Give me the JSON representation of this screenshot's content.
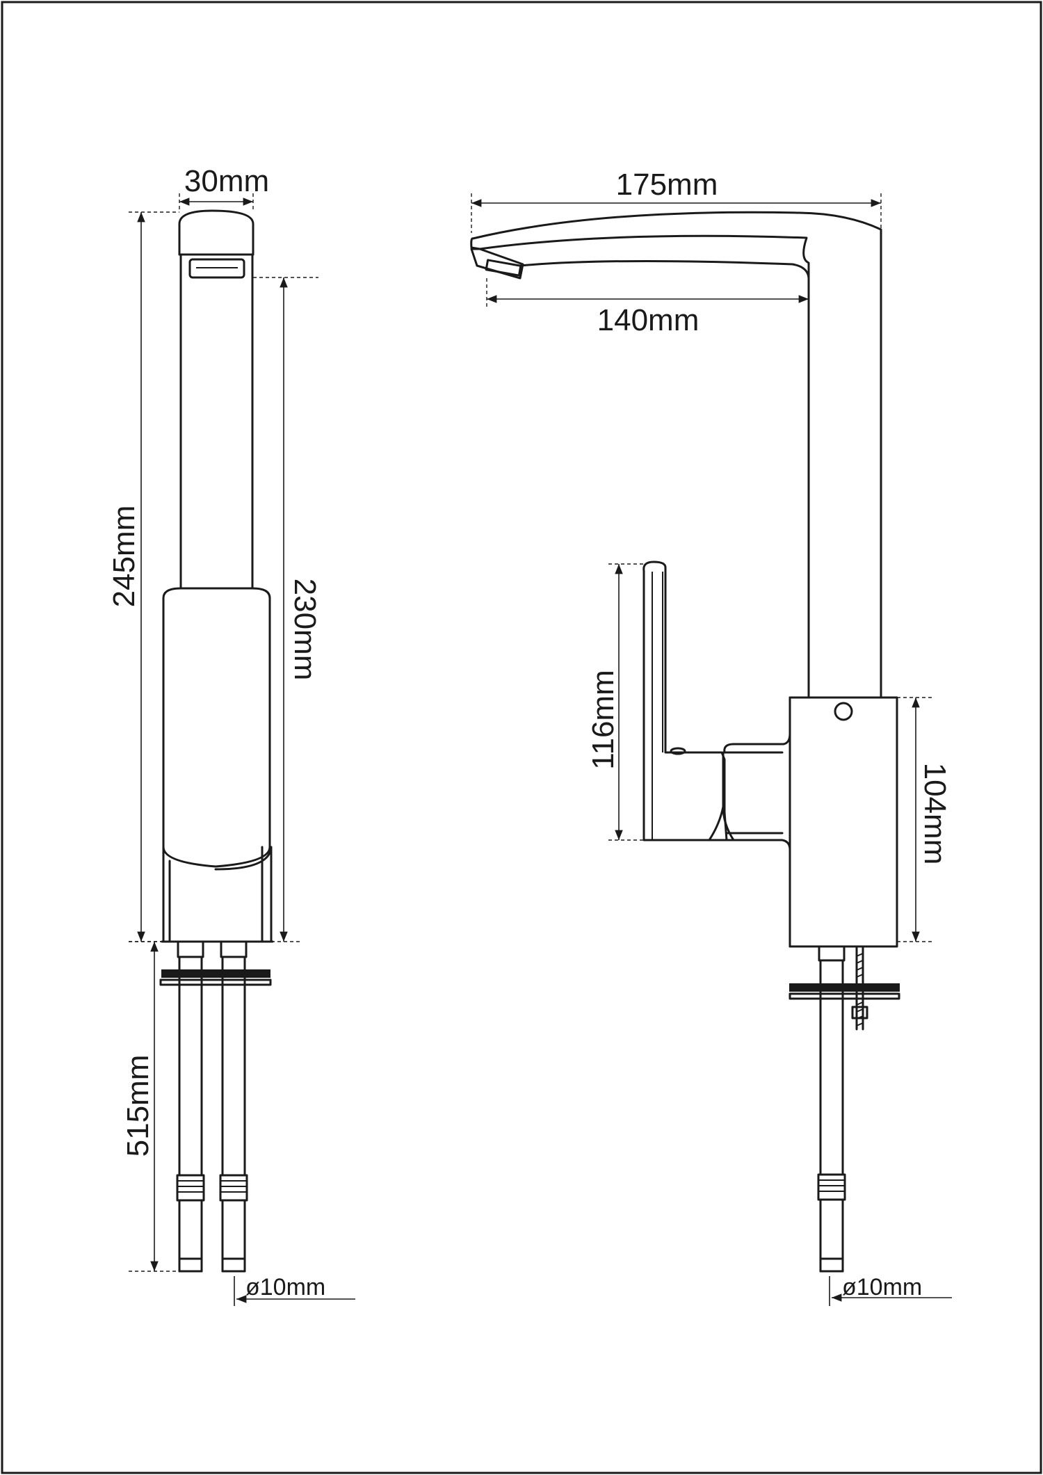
{
  "dimensions": {
    "front_width": "30mm",
    "front_total_height": "245mm",
    "front_spout_height": "230mm",
    "front_hose_length": "515mm",
    "front_hose_diameter": "ø10mm",
    "side_total_reach": "175mm",
    "side_spout_reach": "140mm",
    "side_handle_height": "116mm",
    "side_body_height": "104mm",
    "side_hose_diameter": "ø10mm"
  }
}
